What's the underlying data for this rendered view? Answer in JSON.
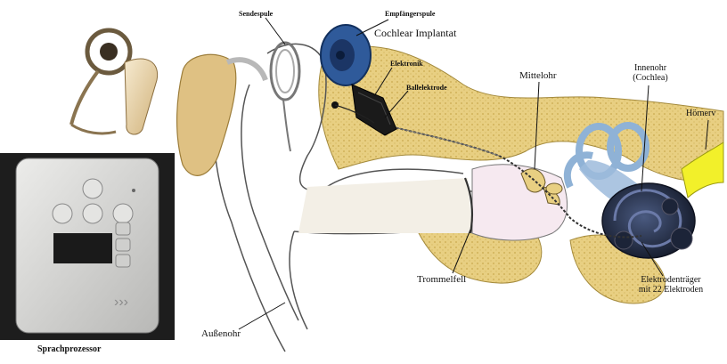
{
  "labels": {
    "sendespule": "Sendespule",
    "empfaengerspule": "Empfängerspule",
    "cochlear_implantat": "Cochlear Implantat",
    "elektronik": "Elektronik",
    "ballelektrode": "Ballelektrode",
    "mittelohr": "Mittelohr",
    "innenohr_line1": "Innenohr",
    "innenohr_line2": "(Cochlea)",
    "hoernerv": "Hörnerv",
    "trommelfell": "Trommelfell",
    "aussenohr": "Außenohr",
    "elektrodentraeger_line1": "Elektrodenträger",
    "elektrodentraeger_line2": "mit 22 Elektroden",
    "sprachprozessor": "Sprachprozessor"
  },
  "icons": {
    "headset": "behind-the-ear-processor",
    "processor": "body-worn-speech-processor"
  },
  "colors": {
    "bone": "#e8cf82",
    "bone_dark": "#c9a94f",
    "implant_blue": "#2f5a9a",
    "cochlea_dark": "#2a3550",
    "nerve_yellow": "#f2f02a",
    "skin": "#f3efe6",
    "processor_gray": "#d4d4d2"
  }
}
